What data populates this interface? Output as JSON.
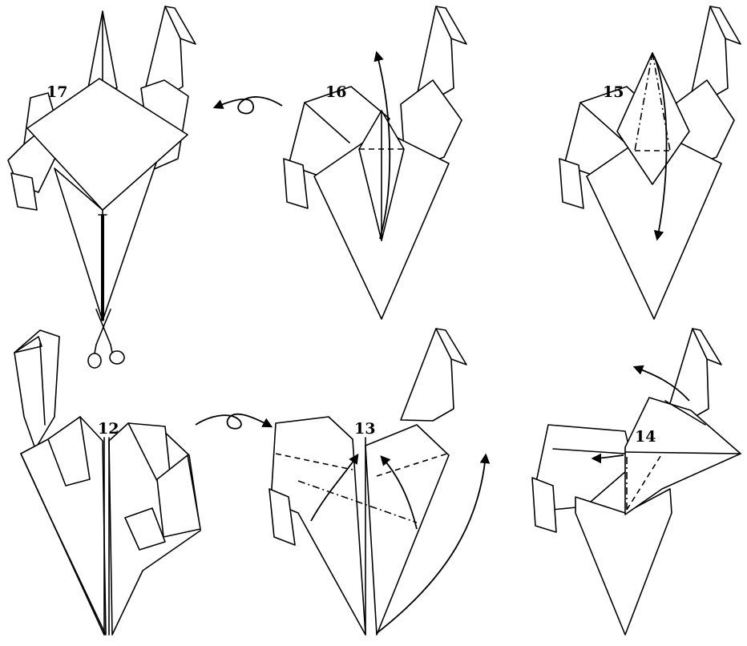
{
  "steps": [
    {
      "number": "17"
    },
    {
      "number": "16"
    },
    {
      "number": "15"
    },
    {
      "number": "12"
    },
    {
      "number": "13"
    },
    {
      "number": "14"
    }
  ],
  "icons": [
    "scissors-icon",
    "turn-over-icon"
  ],
  "colors": {
    "ink": "#000000",
    "paper": "#ffffff"
  }
}
